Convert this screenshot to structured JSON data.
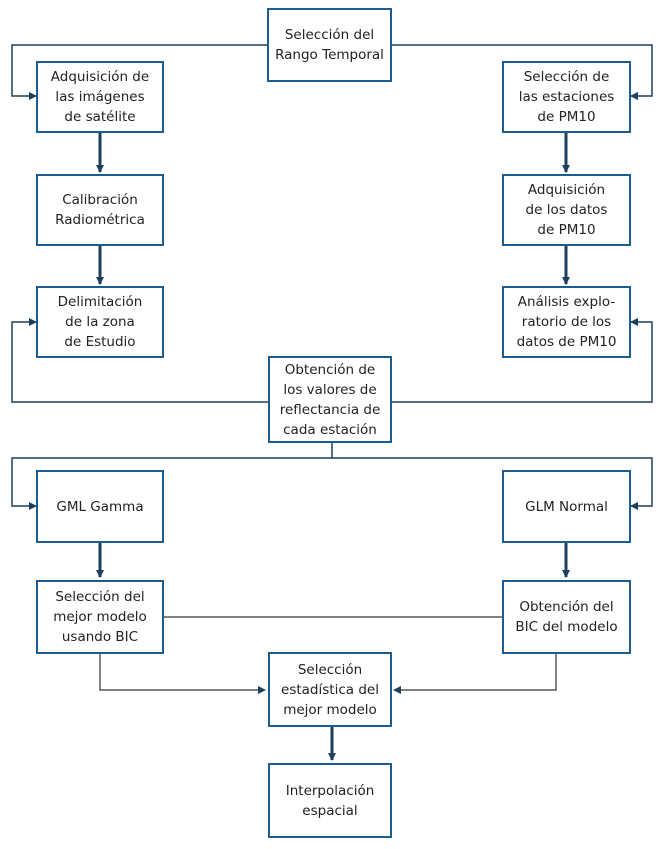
{
  "diagram": {
    "nodes": {
      "rango_temporal": "Selección del\nRango Temporal",
      "adquisicion_imagenes": "Adquisición de\nlas imágenes\nde satélite",
      "calibracion": "Calibración\nRadiométrica",
      "delimitacion": "Delimitación\nde la zona\nde Estudio",
      "seleccion_estaciones": "Selección de\nlas estaciones\nde PM10",
      "adquisicion_datos": "Adquisición\nde los datos\nde PM10",
      "analisis_exploratorio": "Análisis explo-\nratorio de los\ndatos de PM10",
      "obtencion_reflectancia": "Obtención de\nlos valores de\nreflectancia de\ncada estación",
      "gml_gamma": "GML Gamma",
      "glm_normal": "GLM Normal",
      "seleccion_mejor_bic": "Selección del\nmejor modelo\nusando BIC",
      "obtencion_bic": "Obtención del\nBIC del modelo",
      "seleccion_estadistica": "Selección\nestadística del\nmejor modelo",
      "interpolacion": "Interpolación\nespacial"
    },
    "colors": {
      "box_border": "#1a5d8f",
      "arrow": "#1d3f5e",
      "line": "#333333"
    }
  }
}
